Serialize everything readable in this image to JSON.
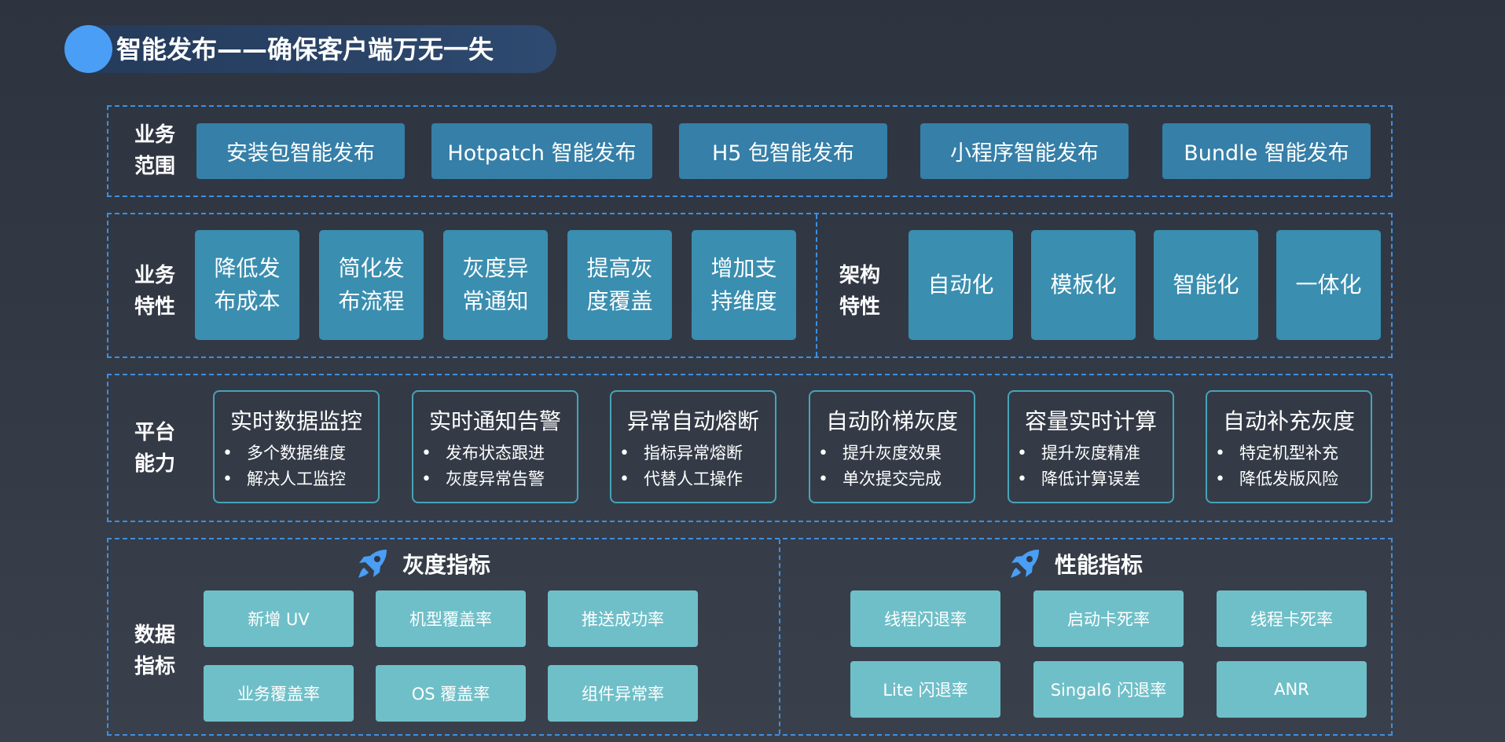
{
  "title": "智能发布——确保客户端万无一失",
  "scope": {
    "label_lines": [
      "业务",
      "范围"
    ],
    "items": [
      "安装包智能发布",
      "Hotpatch 智能发布",
      "H5 包智能发布",
      "小程序智能发布",
      "Bundle 智能发布"
    ]
  },
  "features": {
    "label_lines": [
      "业务",
      "特性"
    ],
    "items": [
      "降低发布成本",
      "简化发布流程",
      "灰度异常通知",
      "提高灰度覆盖",
      "增加支持维度"
    ],
    "arch_label_lines": [
      "架构",
      "特性"
    ],
    "arch_items": [
      "自动化",
      "模板化",
      "智能化",
      "一体化"
    ]
  },
  "platform": {
    "label_lines": [
      "平台",
      "能力"
    ],
    "items": [
      {
        "title": "实时数据监控",
        "bullets": [
          "多个数据维度",
          "解决人工监控"
        ]
      },
      {
        "title": "实时通知告警",
        "bullets": [
          "发布状态跟进",
          "灰度异常告警"
        ]
      },
      {
        "title": "异常自动熔断",
        "bullets": [
          "指标异常熔断",
          "代替人工操作"
        ]
      },
      {
        "title": "自动阶梯灰度",
        "bullets": [
          "提升灰度效果",
          "单次提交完成"
        ]
      },
      {
        "title": "容量实时计算",
        "bullets": [
          "提升灰度精准",
          "降低计算误差"
        ]
      },
      {
        "title": "自动补充灰度",
        "bullets": [
          "特定机型补充",
          "降低发版风险"
        ]
      }
    ]
  },
  "metrics": {
    "label_lines": [
      "数据",
      "指标"
    ],
    "gray": {
      "title": "灰度指标",
      "icon": "rocket-icon",
      "items": [
        "新增 UV",
        "机型覆盖率",
        "推送成功率",
        "业务覆盖率",
        "OS 覆盖率",
        "组件异常率"
      ]
    },
    "perf": {
      "title": "性能指标",
      "icon": "rocket-icon",
      "items": [
        "线程闪退率",
        "启动卡死率",
        "线程卡死率",
        "Lite 闪退率",
        "Singal6 闪退率",
        "ANR"
      ]
    }
  },
  "colors": {
    "accent": "#4a9ef5",
    "dashed_border": "#3d8fe0",
    "scope_pill": "#357fa8",
    "feature_tile": "#3a8eb0",
    "capability_border": "#47a3b7",
    "metric_pill": "#6fbfc8"
  }
}
